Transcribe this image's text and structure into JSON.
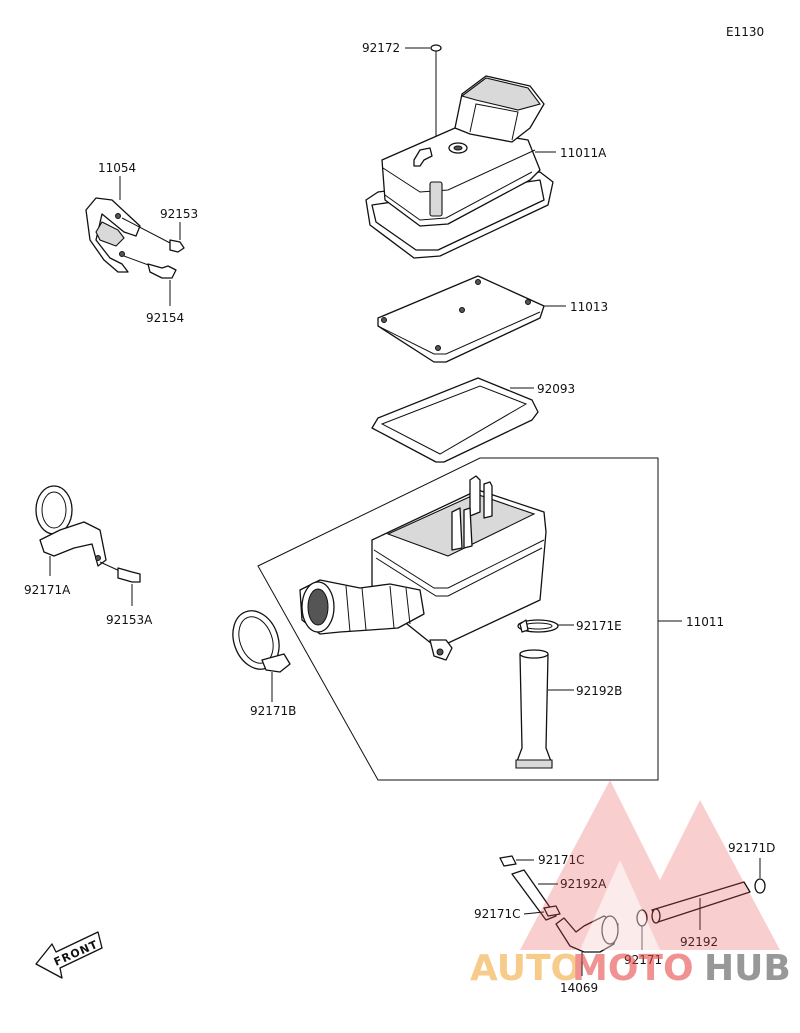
{
  "diagram_code": "E1130",
  "front_label": "FRONT",
  "watermark": {
    "part1": "AUTO",
    "part2": "MOTO",
    "part3": "HUB",
    "color_primary": "#f2a93b",
    "color_secondary": "#e84a4a",
    "color_dark": "#555555"
  },
  "labels": {
    "p92172": "92172",
    "p11011A": "11011A",
    "p11054": "11054",
    "p92153": "92153",
    "p92154": "92154",
    "p11013": "11013",
    "p92093": "92093",
    "p92171A": "92171A",
    "p92153A": "92153A",
    "p92171E": "92171E",
    "p11011": "11011",
    "p92192B": "92192B",
    "p92171B": "92171B",
    "p92171C_top": "92171C",
    "p92192A": "92192A",
    "p92171C_bot": "92171C",
    "p92171D": "92171D",
    "p92192": "92192",
    "p92171": "92171",
    "p14069": "14069"
  }
}
